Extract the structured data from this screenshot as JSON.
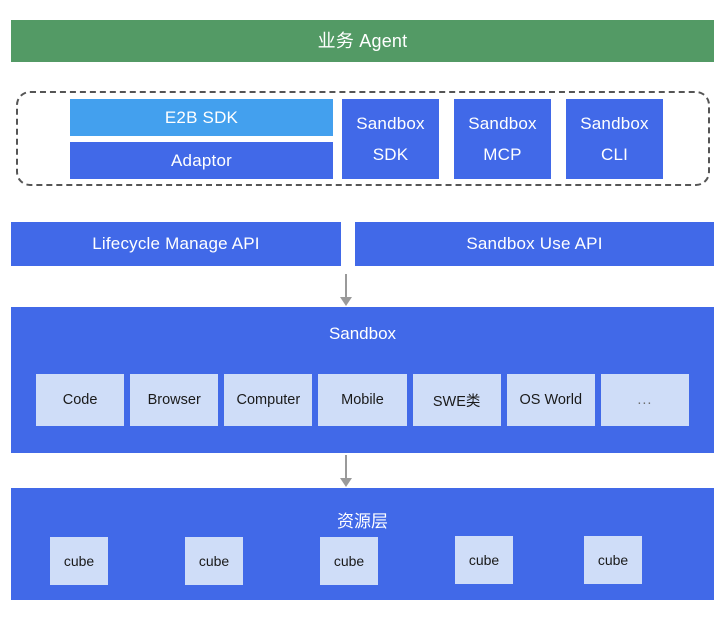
{
  "diagram": {
    "agent_bar": {
      "label": "业务 Agent",
      "color": "#539A65"
    },
    "sdk_zone": {
      "border_style": "dashed",
      "stack": [
        {
          "label": "E2B SDK",
          "color": "#43A0EE"
        },
        {
          "label": "Adaptor",
          "color": "#4169E8"
        }
      ],
      "cards": [
        {
          "line1": "Sandbox",
          "line2": "SDK",
          "color": "#4169E8"
        },
        {
          "line1": "Sandbox",
          "line2": "MCP",
          "color": "#4169E8"
        },
        {
          "line1": "Sandbox",
          "line2": "CLI",
          "color": "#4169E8"
        }
      ]
    },
    "api_row": [
      {
        "label": "Lifecycle Manage API",
        "color": "#4169E8"
      },
      {
        "label": "Sandbox Use  API",
        "color": "#4169E8"
      }
    ],
    "arrows": [
      {
        "direction": "down",
        "color": "#9A9A9A"
      },
      {
        "direction": "down",
        "color": "#9A9A9A"
      }
    ],
    "sandbox_layer": {
      "title": "Sandbox",
      "color": "#4169E8",
      "chip_color": "#CFDDF8",
      "chips": [
        {
          "label": "Code"
        },
        {
          "label": "Browser"
        },
        {
          "label": "Computer"
        },
        {
          "label": "Mobile"
        },
        {
          "label": "SWE类"
        },
        {
          "label": "OS World"
        },
        {
          "label": "..."
        }
      ]
    },
    "resource_layer": {
      "title": "资源层",
      "color": "#4169E8",
      "cube_color": "#CFDDF8",
      "cubes": [
        {
          "label": "cube"
        },
        {
          "label": "cube"
        },
        {
          "label": "cube"
        },
        {
          "label": "cube"
        },
        {
          "label": "cube"
        }
      ]
    }
  }
}
